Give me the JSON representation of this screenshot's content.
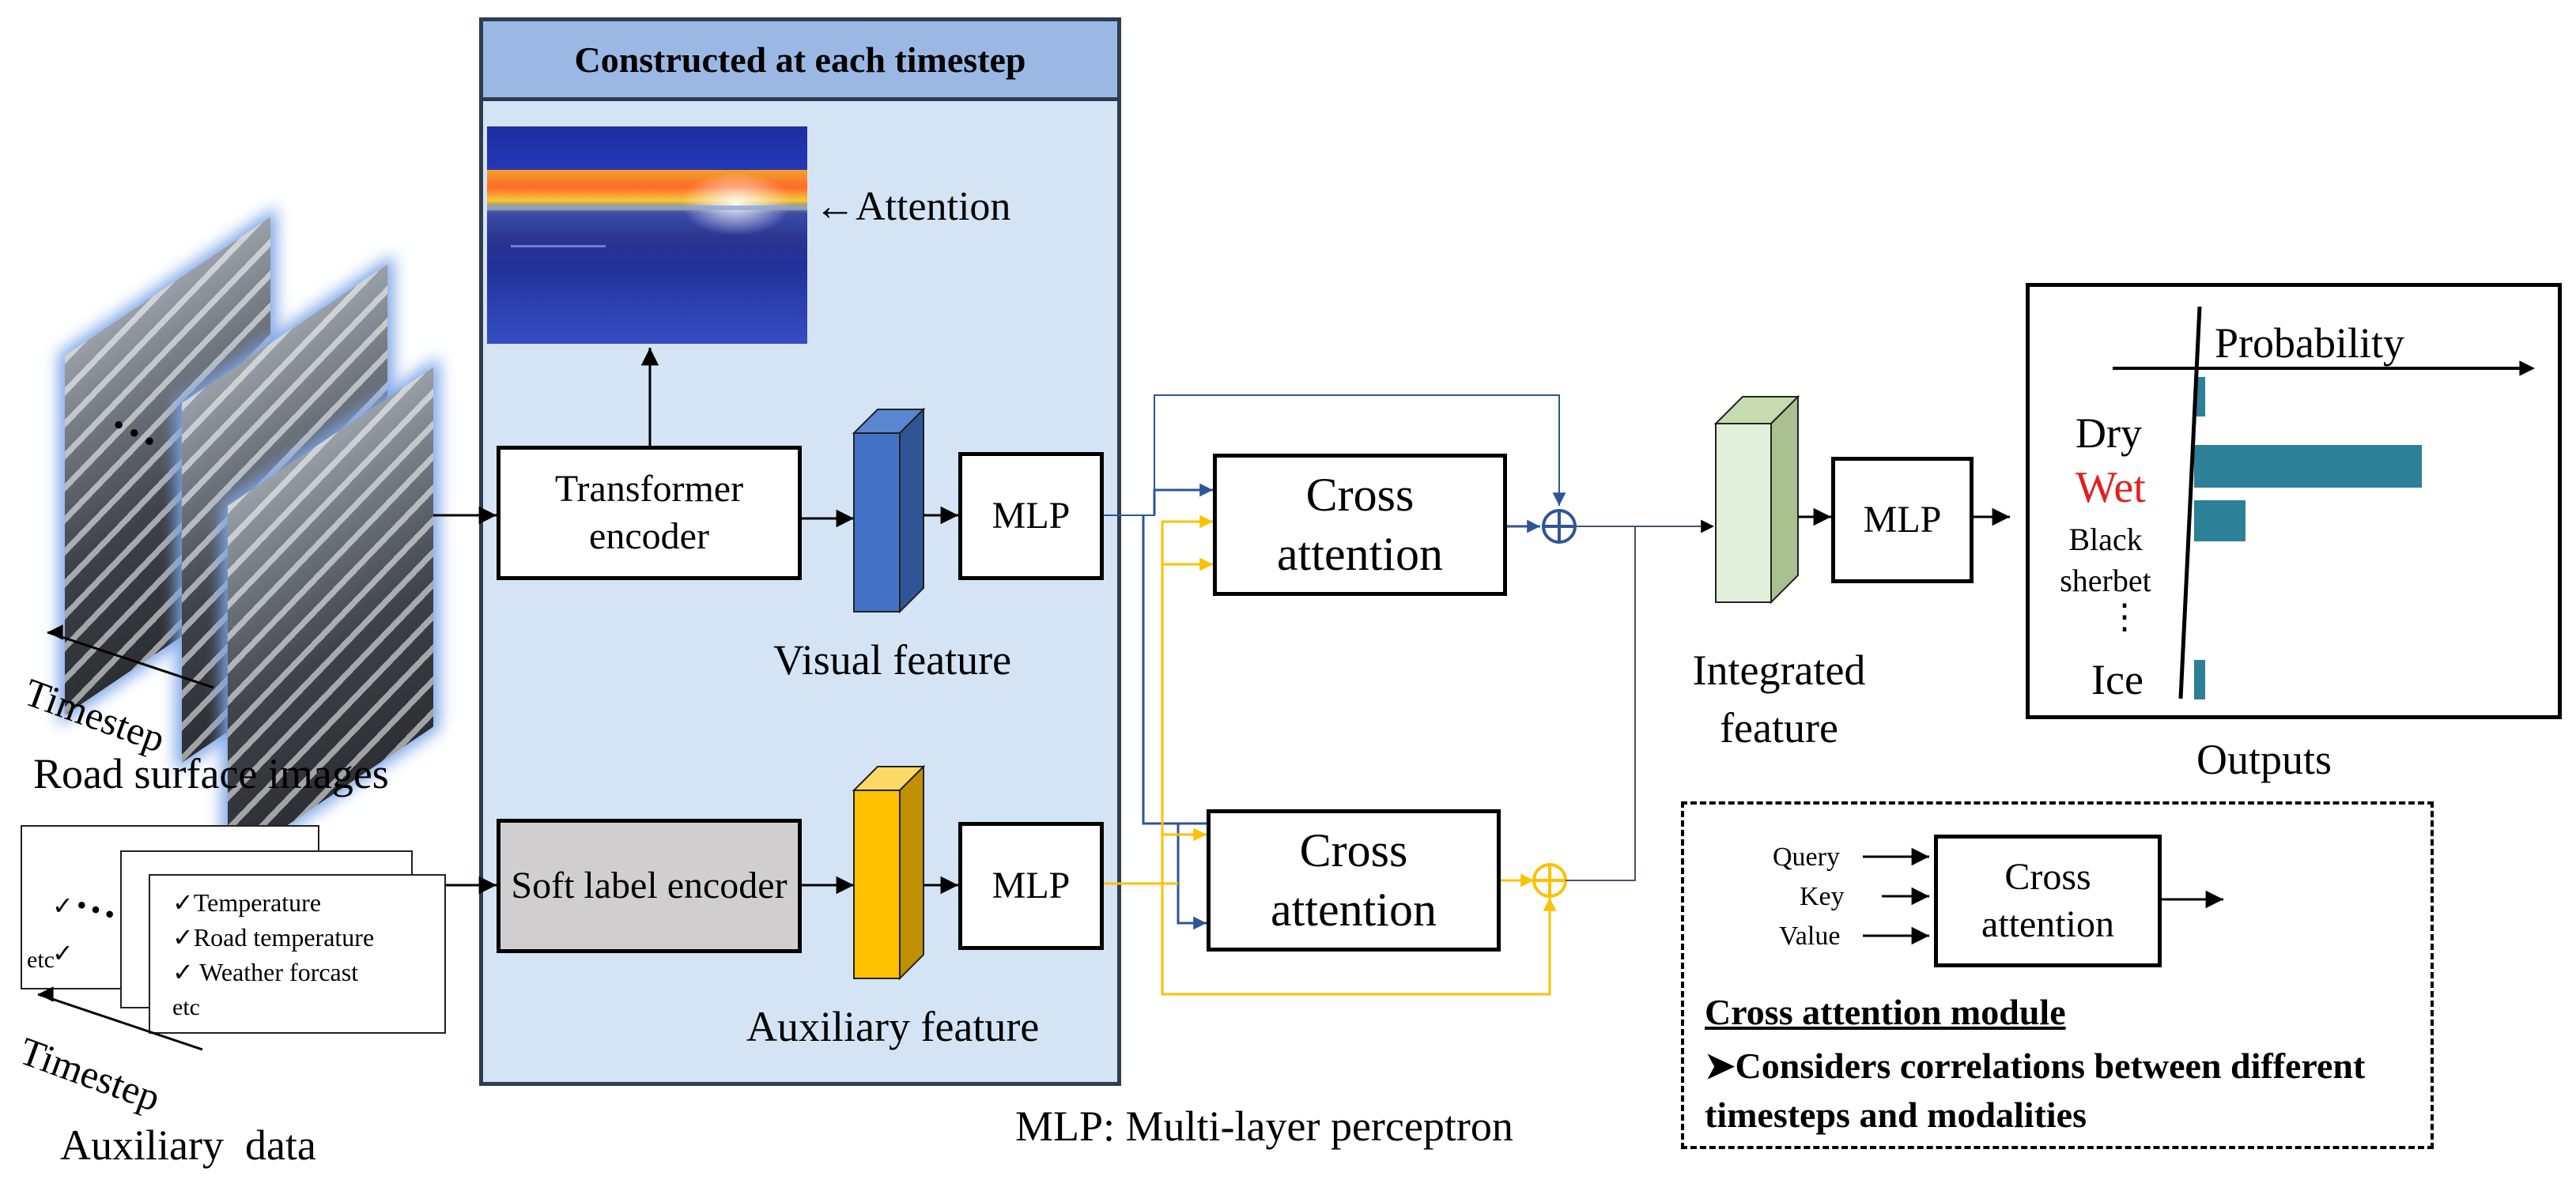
{
  "center_panel": {
    "header": "Constructed at each timestep"
  },
  "attention_label": "←Attention",
  "inputs": {
    "images_label": "Road surface images",
    "images_timestep": "Timestep",
    "aux_label": "Auxiliary  data",
    "aux_timestep": "Timestep",
    "aux_items": [
      "Temperature",
      "Road temperature",
      "Weather forcast",
      "etc"
    ],
    "check_glyph": "✓",
    "ellipsis": "•••"
  },
  "encoders": {
    "transformer": "Transformer encoder",
    "softlabel": "Soft label encoder"
  },
  "mlp_label": "MLP",
  "features": {
    "visual": "Visual feature",
    "auxiliary": "Auxiliary feature",
    "integrated": "Integrated feature"
  },
  "cross_attention": "Cross attention",
  "outputs": {
    "axis_label": "Probability",
    "title": "Outputs",
    "classes": [
      "Dry",
      "Wet",
      "Black sherbet",
      "⋮",
      "Ice"
    ]
  },
  "legend": {
    "inputs": [
      "Query",
      "Key",
      "Value"
    ],
    "box_label": "Cross attention",
    "title": "Cross attention module",
    "bullet": "➤Considers correlations between different timesteps and modalities"
  },
  "footnote": "MLP: Multi-layer perceptron",
  "colors": {
    "visual": "#4472c4",
    "auxiliary": "#ffc000",
    "integrated": "#e2efda",
    "prob_bar": "#2e7f98",
    "wet": "#e02020",
    "panel": "#d4e4f5",
    "panel_header": "#9ab8e3"
  },
  "chart_data": {
    "type": "bar",
    "orientation": "horizontal",
    "categories": [
      "Dry",
      "Wet",
      "Black sherbet",
      "⋮",
      "Ice"
    ],
    "values": [
      0.04,
      0.8,
      0.18,
      null,
      0.04
    ],
    "xlabel": "Probability"
  }
}
